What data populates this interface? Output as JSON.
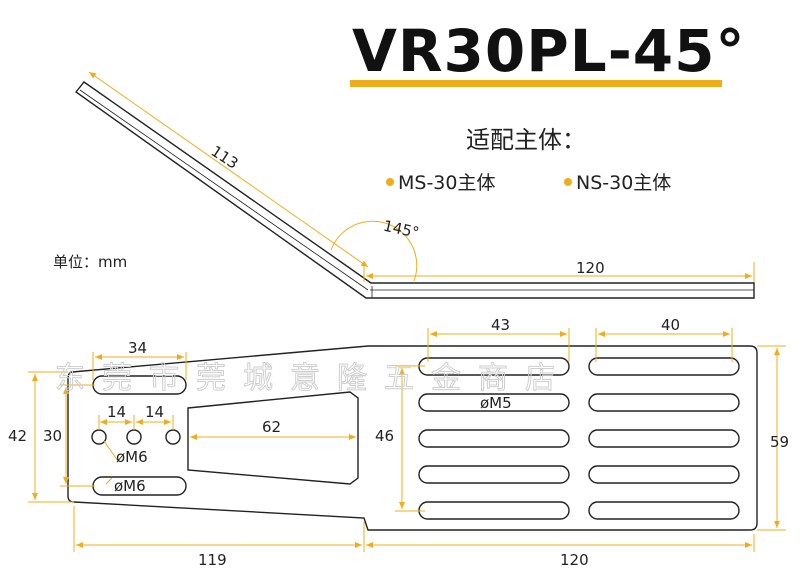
{
  "title": "VR30PL-45°",
  "subtitle": "适配主体：",
  "compat": [
    "MS-30主体",
    "NS-30主体"
  ],
  "unit_label": "单位：mm",
  "watermark": "东莞市莞城意隆五金商店",
  "colors": {
    "accent": "#f0ad1a",
    "line": "#222222"
  },
  "side_view": {
    "arm_length": "113",
    "angle": "145°",
    "base_length": "120"
  },
  "plan_view": {
    "top_slot_width": "34",
    "hole_spacing_1": "14",
    "hole_spacing_2": "14",
    "hole_label": "øM6",
    "slot_label": "øM6",
    "window_length": "62",
    "height_outer": "42",
    "height_inner": "30",
    "right_slot_1": "43",
    "right_slot_2": "40",
    "right_slot_label": "øM5",
    "right_height_inner": "46",
    "right_height_outer": "59",
    "bottom_left": "119",
    "bottom_right": "120"
  }
}
